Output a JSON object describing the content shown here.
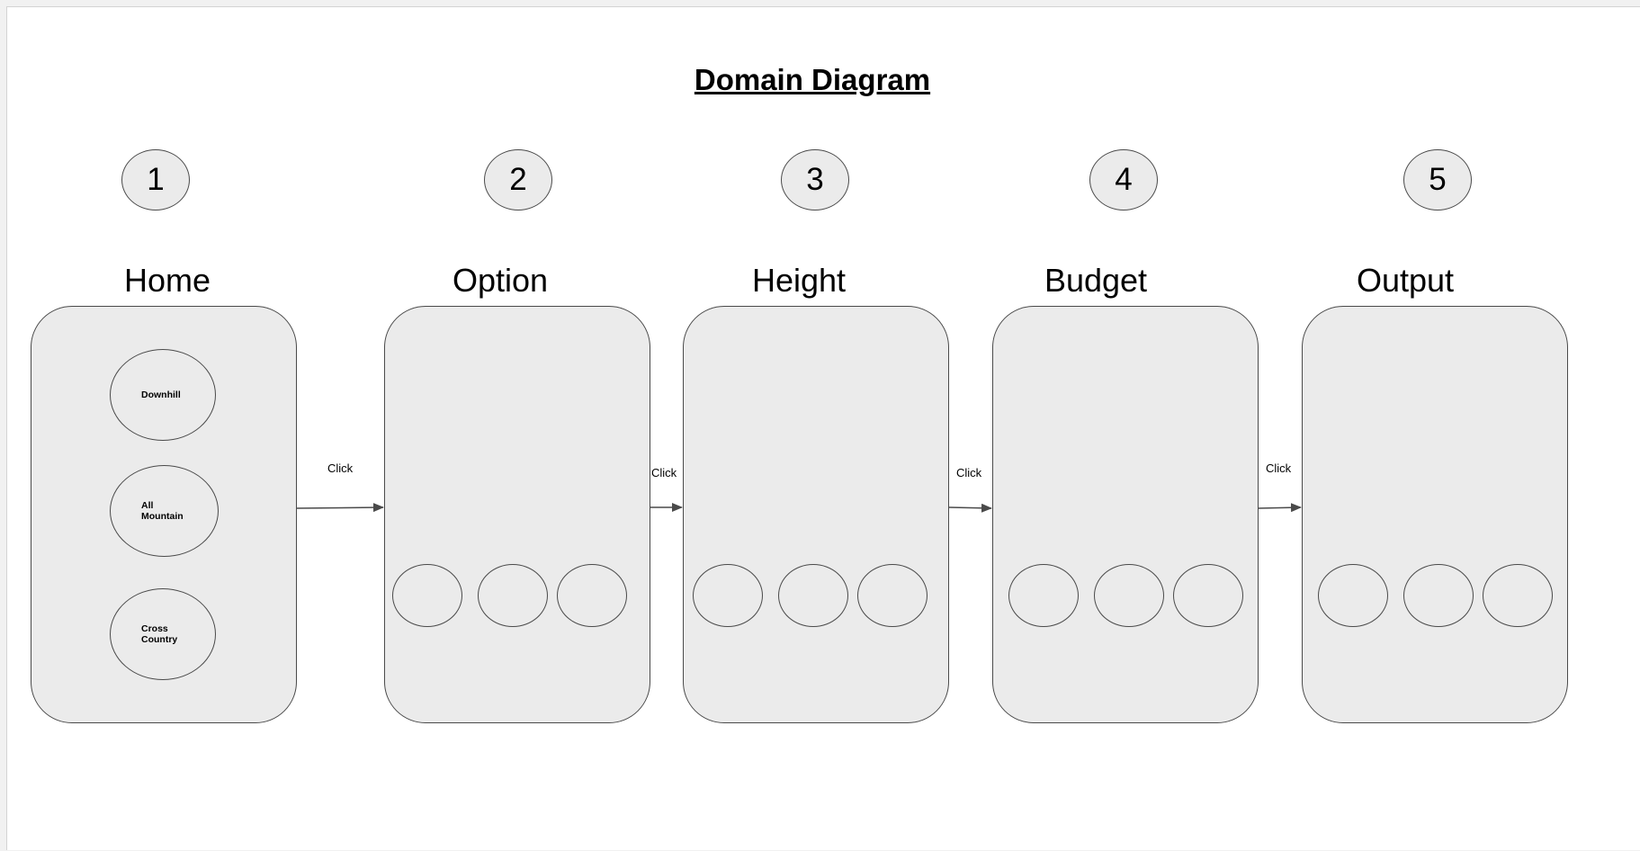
{
  "title": "Domain Diagram",
  "steps": [
    {
      "number": "1",
      "label": "Home"
    },
    {
      "number": "2",
      "label": "Option"
    },
    {
      "number": "3",
      "label": "Height"
    },
    {
      "number": "4",
      "label": "Budget"
    },
    {
      "number": "5",
      "label": "Output"
    }
  ],
  "home_options": [
    {
      "line1": "Downhill",
      "line2": ""
    },
    {
      "line1": "All",
      "line2": "Mountain"
    },
    {
      "line1": "Cross",
      "line2": "Country"
    }
  ],
  "transitions": [
    {
      "label": "Click"
    },
    {
      "label": "Click"
    },
    {
      "label": "Click"
    },
    {
      "label": "Click"
    }
  ]
}
